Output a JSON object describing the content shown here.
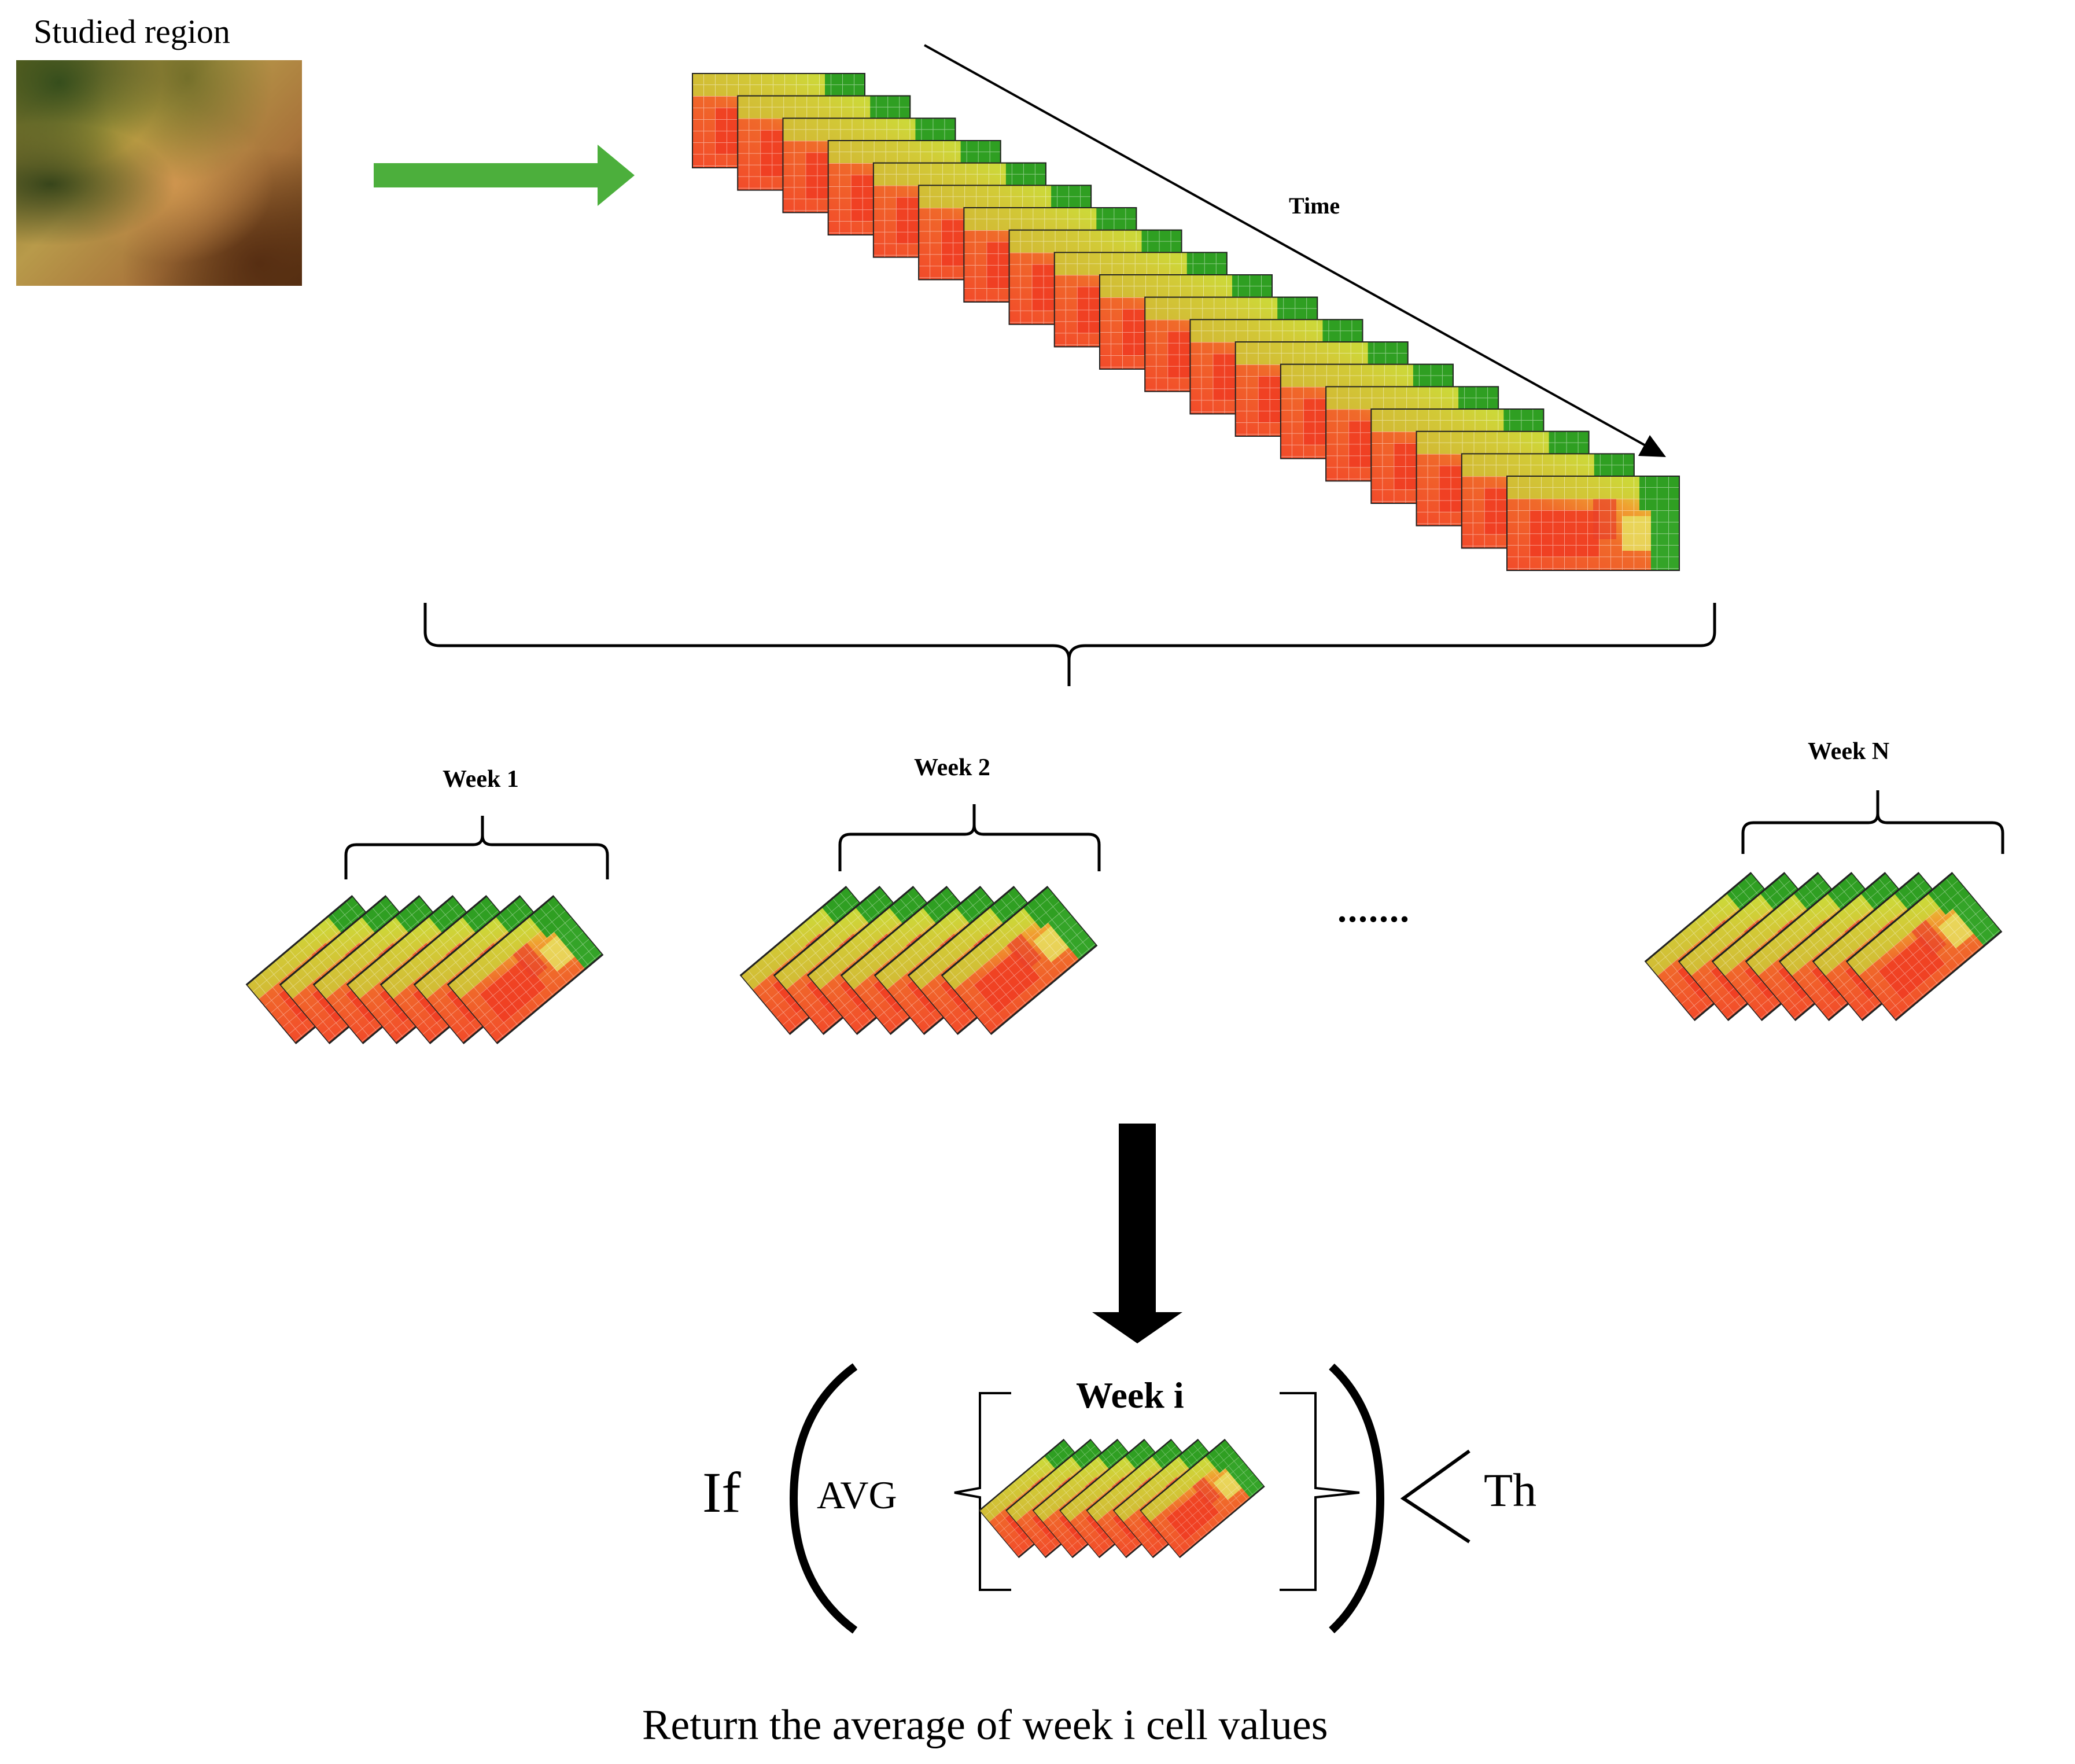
{
  "labels": {
    "studied_region": "Studied region",
    "time": "Time",
    "week_1": "Week 1",
    "week_2": "Week 2",
    "week_n": "Week N",
    "ellipsis": ".......",
    "week_i": "Week i",
    "if": "If",
    "avg": "AVG",
    "th": "Th",
    "caption": "Return the average of week i cell values"
  },
  "colors": {
    "arrow_green": "#4caf3c",
    "tile_red": "#f24a2a",
    "tile_orange": "#f08a2c",
    "tile_yellow": "#d8d83a",
    "tile_green": "#3aaa2a",
    "ink": "#000000"
  },
  "counts": {
    "time_series_maps": 19,
    "maps_per_week": 7,
    "week_groups_shown": 3
  }
}
